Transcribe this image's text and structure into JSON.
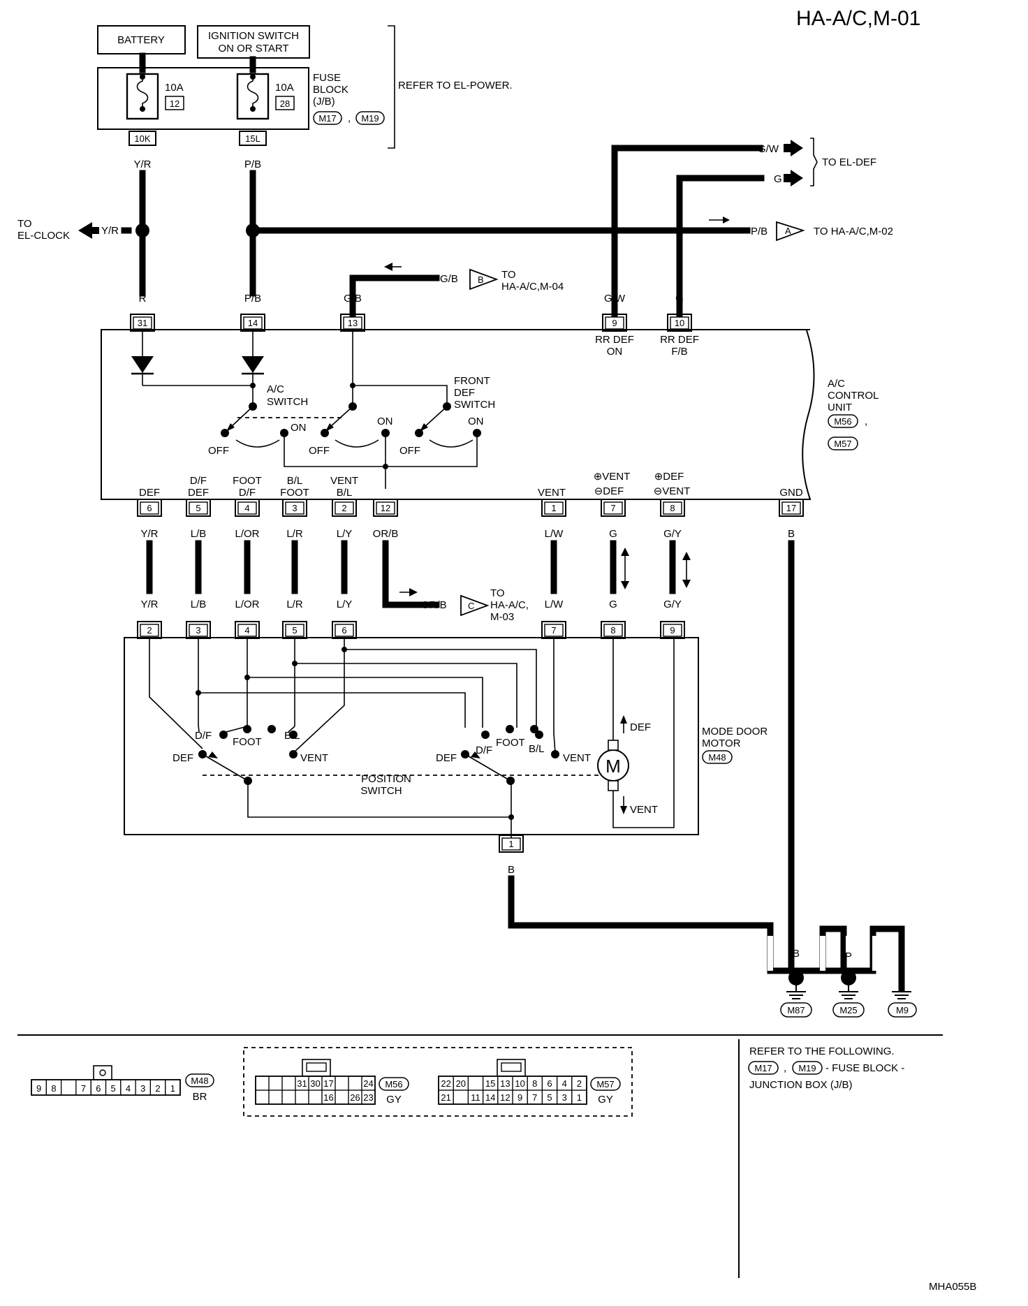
{
  "title": "HA-A/C,M-01",
  "footer_code": "MHA055B",
  "power": {
    "battery": "BATTERY",
    "ign_line1": "IGNITION SWITCH",
    "ign_line2": "ON OR START",
    "fuse_a_amp": "10A",
    "fuse_a_num": "12",
    "fuse_a_term": "10K",
    "fuse_b_amp": "10A",
    "fuse_b_num": "28",
    "fuse_b_term": "15L",
    "fuse_block_l1": "FUSE",
    "fuse_block_l2": "BLOCK",
    "fuse_block_l3": "(J/B)",
    "fuse_block_c1": "M17",
    "fuse_block_c2": "M19",
    "comma": ",",
    "refer": "REFER TO EL-POWER."
  },
  "wires": {
    "yr": "Y/R",
    "pb": "P/B",
    "r": "R",
    "gb": "G/B",
    "gw": "G/W",
    "g": "G",
    "to_el_clock_l1": "TO",
    "to_el_clock_l2": "EL-CLOCK",
    "to_el_def": "TO EL-DEF",
    "to_m02": "TO HA-A/C,M-02",
    "conn_a": "A",
    "to_m04_l1": "TO",
    "to_m04_l2": "HA-A/C,M-04",
    "conn_b": "B",
    "orb": "OR/B",
    "to_m03_l1": "TO",
    "to_m03_l2": "HA-A/C,",
    "to_m03_l3": "M-03",
    "conn_c": "C",
    "lb": "L/B",
    "lor": "L/OR",
    "lr": "L/R",
    "ly": "L/Y",
    "lw": "L/W",
    "gy": "G/Y",
    "b": "B"
  },
  "acu": {
    "pins_top": [
      "31",
      "14",
      "13",
      "9",
      "10"
    ],
    "rr_def_on_l1": "RR DEF",
    "rr_def_on_l2": "ON",
    "rr_def_fb_l1": "RR DEF",
    "rr_def_fb_l2": "F/B",
    "ac_switch_l1": "A/C",
    "ac_switch_l2": "SWITCH",
    "front_def_l1": "FRONT",
    "front_def_l2": "DEF",
    "front_def_l3": "SWITCH",
    "on": "ON",
    "off": "OFF",
    "label_l1": "A/C",
    "label_l2": "CONTROL",
    "label_l3": "UNIT",
    "conn1": "M56",
    "conn2": "M57",
    "pins_bottom": [
      "6",
      "5",
      "4",
      "3",
      "2",
      "12",
      "1",
      "7",
      "8",
      "17"
    ],
    "def": "DEF",
    "df_l1": "D/F",
    "df_l2": "DEF",
    "foot_l1": "FOOT",
    "foot_l2": "D/F",
    "bl_l1": "B/L",
    "bl_l2": "FOOT",
    "vent_l1": "VENT",
    "vent_l2": "B/L",
    "vent": "VENT",
    "gnd": "GND",
    "p7_l1": "⊕VENT",
    "p7_l2": "⊖DEF",
    "p8_l1": "⊕DEF",
    "p8_l2": "⊖VENT"
  },
  "motor": {
    "pins_top": [
      "2",
      "3",
      "4",
      "5",
      "6",
      "7",
      "8",
      "9"
    ],
    "pin_bottom": "1",
    "df": "D/F",
    "foot": "FOOT",
    "bl": "B/L",
    "def": "DEF",
    "vent": "VENT",
    "pos_l1": "POSITION",
    "pos_l2": "SWITCH",
    "m": "M",
    "m_def": "DEF",
    "m_vent": "VENT",
    "label_l1": "MODE DOOR",
    "label_l2": "MOTOR",
    "conn": "M48"
  },
  "grounds": [
    "M87",
    "M25",
    "M9"
  ],
  "connectors": {
    "m48_pins_row": [
      "9",
      "8",
      "",
      "7",
      "6",
      "5",
      "4",
      "3",
      "2",
      "1"
    ],
    "m48": "M48",
    "m48_color": "BR",
    "m56_row1": [
      "",
      "",
      "",
      "31",
      "30",
      "17",
      "",
      "",
      "24"
    ],
    "m56_row2": [
      "",
      "",
      "",
      "",
      "",
      "16",
      "",
      "26",
      "23"
    ],
    "m56": "M56",
    "m56_color": "GY",
    "m57_row1": [
      "22",
      "20",
      "",
      "15",
      "13",
      "10",
      "8",
      "6",
      "4",
      "2"
    ],
    "m57_row2": [
      "21",
      "",
      "11",
      "14",
      "12",
      "9",
      "7",
      "5",
      "3",
      "1"
    ],
    "m57": "M57",
    "m57_color": "GY"
  },
  "refer_box": {
    "l1": "REFER TO THE FOLLOWING.",
    "c1": "M17",
    "comma": ",",
    "c2": "M19",
    "l2": "- FUSE BLOCK -",
    "l3": "JUNCTION BOX (J/B)"
  }
}
